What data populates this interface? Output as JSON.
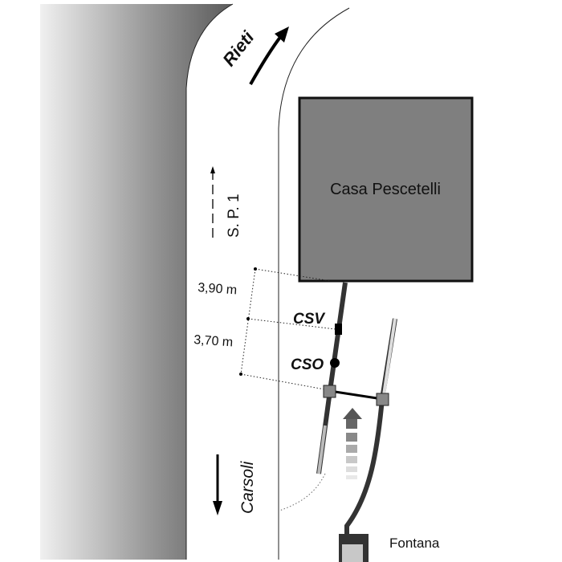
{
  "labels": {
    "road_north": "Rieti",
    "road_name": "S. P. 1",
    "road_south": "Carsoli",
    "building": "Casa Pescetelli",
    "fountain": "Fontana",
    "dist_upper": "3,90 m",
    "dist_lower": "3,70 m",
    "marker_csv": "CSV",
    "marker_cso": "CSO"
  },
  "colors": {
    "building_fill": "#7f7f7f",
    "building_stroke": "#111111",
    "pipe": "#333333",
    "hillside_light": "#f2f2f2",
    "hillside_dark": "#555555"
  }
}
